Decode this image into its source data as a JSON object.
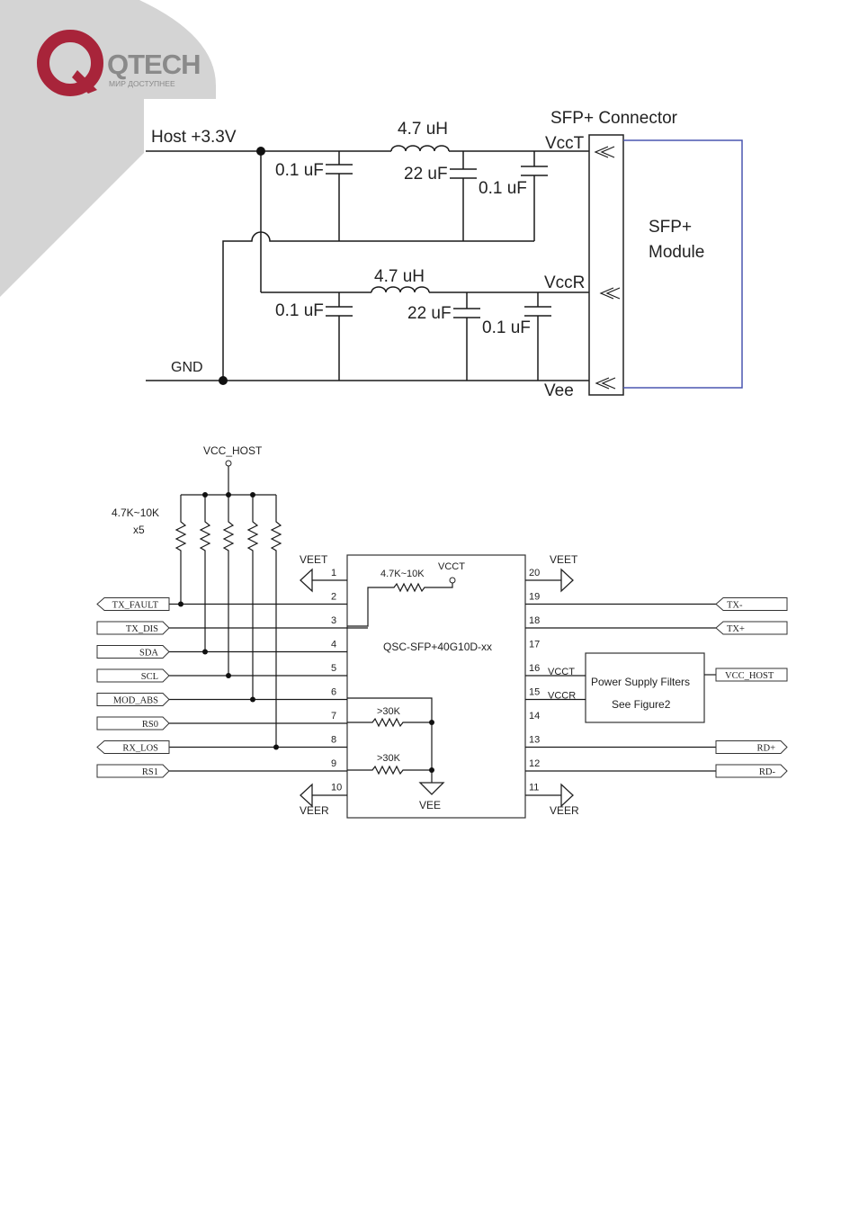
{
  "logo": {
    "brand": "QTECH",
    "tagline": "МИР ДОСТУПНЕЕ",
    "colors": {
      "ring": "#a8243a",
      "text": "#8a8a8a",
      "corner": "#d4d4d4"
    }
  },
  "figure1": {
    "host_supply": "Host +3.3V",
    "gnd": "GND",
    "connector_title": "SFP+ Connector",
    "module": [
      "SFP+",
      "Module"
    ],
    "rails": {
      "vcct": {
        "label": "VccT",
        "inductor": "4.7 uH",
        "cap_in": "0.1 uF",
        "cap_bulk": "22 uF",
        "cap_out": "0.1 uF"
      },
      "vccr": {
        "label": "VccR",
        "inductor": "4.7 uH",
        "cap_in": "0.1 uF",
        "cap_bulk": "22 uF",
        "cap_out": "0.1 uF"
      },
      "vee": {
        "label": "Vee"
      }
    },
    "colors": {
      "module_border": "#4a56b0"
    }
  },
  "figure2": {
    "vcc_host": "VCC_HOST",
    "pullups": {
      "value": "4.7K~10K",
      "count": "x5"
    },
    "part_number": "QSC-SFP+40G10D-xx",
    "internal": {
      "pullup": "4.7K~10K",
      "vcct": "VCCT",
      "res1": ">30K",
      "res2": ">30K",
      "vee": "VEE"
    },
    "left_power": {
      "top": "VEET",
      "bottom": "VEER"
    },
    "right_power": {
      "top": "VEET",
      "bottom": "VEER"
    },
    "left_pins": [
      {
        "num": "1",
        "signal": ""
      },
      {
        "num": "2",
        "signal": "TX_FAULT"
      },
      {
        "num": "3",
        "signal": "TX_DIS"
      },
      {
        "num": "4",
        "signal": "SDA"
      },
      {
        "num": "5",
        "signal": "SCL"
      },
      {
        "num": "6",
        "signal": "MOD_ABS"
      },
      {
        "num": "7",
        "signal": "RS0"
      },
      {
        "num": "8",
        "signal": "RX_LOS"
      },
      {
        "num": "9",
        "signal": "RS1"
      },
      {
        "num": "10",
        "signal": ""
      }
    ],
    "right_pins": [
      {
        "num": "20",
        "signal": ""
      },
      {
        "num": "19",
        "signal": "TX-"
      },
      {
        "num": "18",
        "signal": "TX+"
      },
      {
        "num": "17",
        "signal": ""
      },
      {
        "num": "16",
        "signal": "VCCT"
      },
      {
        "num": "15",
        "signal": "VCCR"
      },
      {
        "num": "14",
        "signal": ""
      },
      {
        "num": "13",
        "signal": "RD+"
      },
      {
        "num": "12",
        "signal": "RD-"
      },
      {
        "num": "11",
        "signal": ""
      }
    ],
    "filter_box": {
      "line1": "Power Supply Filters",
      "line2": "See Figure2"
    },
    "filter_output": "VCC_HOST"
  }
}
